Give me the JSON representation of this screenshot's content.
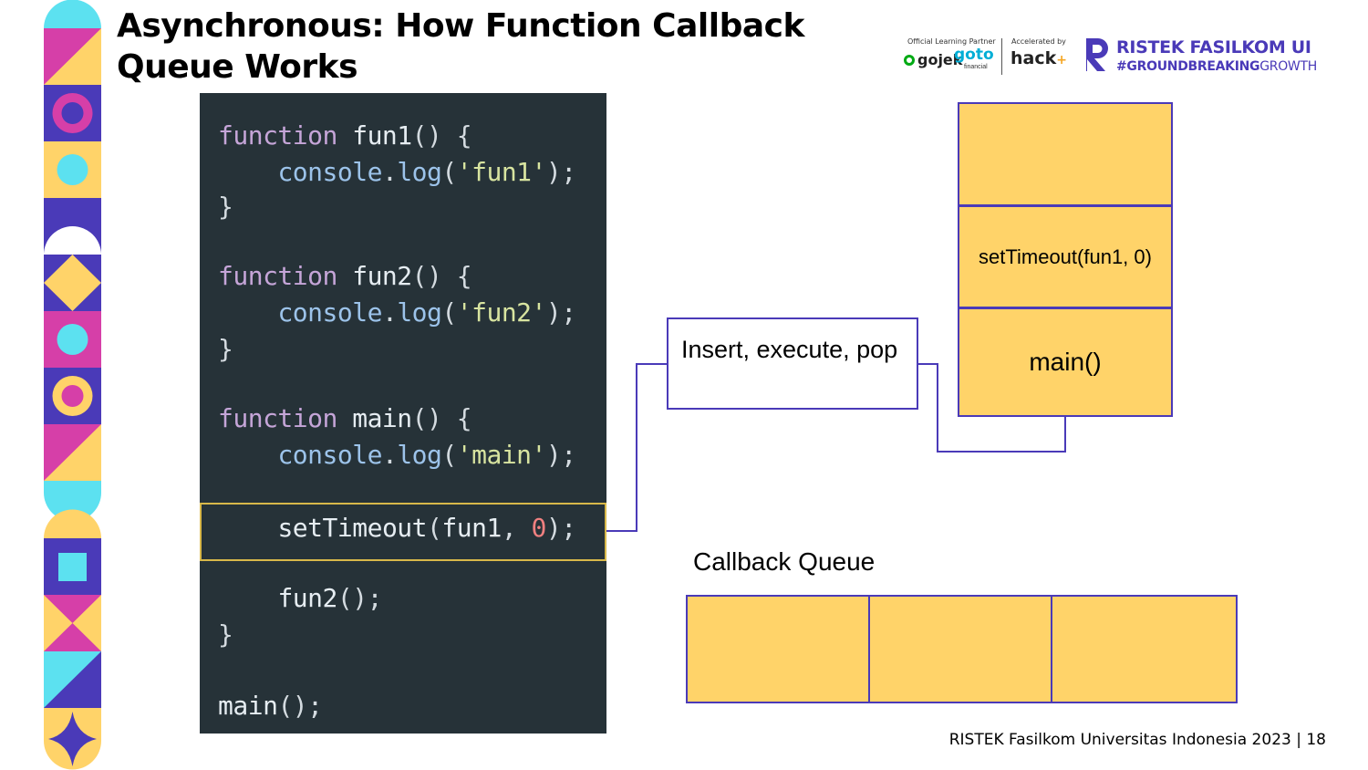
{
  "slide": {
    "title": "Asynchronous: How Function Callback Queue Works",
    "footer": "RISTEK Fasilkom Universitas Indonesia 2023  |  18"
  },
  "logos": {
    "partner_label": "Official Learning Partner",
    "gojek": "gojek",
    "goto": "goto",
    "goto_sub": "financial",
    "accelerated_label": "Accelerated by",
    "hack": "hack",
    "ristek_name": "RISTEK FASILKOM UI",
    "ristek_tag_bold": "#GROUNDBREAKING",
    "ristek_tag_rest": "GROWTH"
  },
  "code": {
    "lines": [
      "function fun1() {",
      "    console.log('fun1');",
      "}",
      "",
      "function fun2() {",
      "    console.log('fun2');",
      "}",
      "",
      "function main() {",
      "    console.log('main');",
      "",
      "    setTimeout(fun1, 0);",
      "",
      "    fun2();",
      "}",
      "",
      "main();"
    ],
    "highlighted_line": 11
  },
  "diagram": {
    "note": "Insert, execute, pop",
    "call_stack": [
      "",
      "setTimeout(fun1, 0)",
      "main()"
    ],
    "callback_queue_label": "Callback Queue",
    "callback_queue": [
      "",
      "",
      ""
    ],
    "colors": {
      "cell_fill": "#ffd369",
      "border": "#4a3ab8",
      "code_bg": "#263238",
      "highlight": "#d8b84a"
    }
  }
}
